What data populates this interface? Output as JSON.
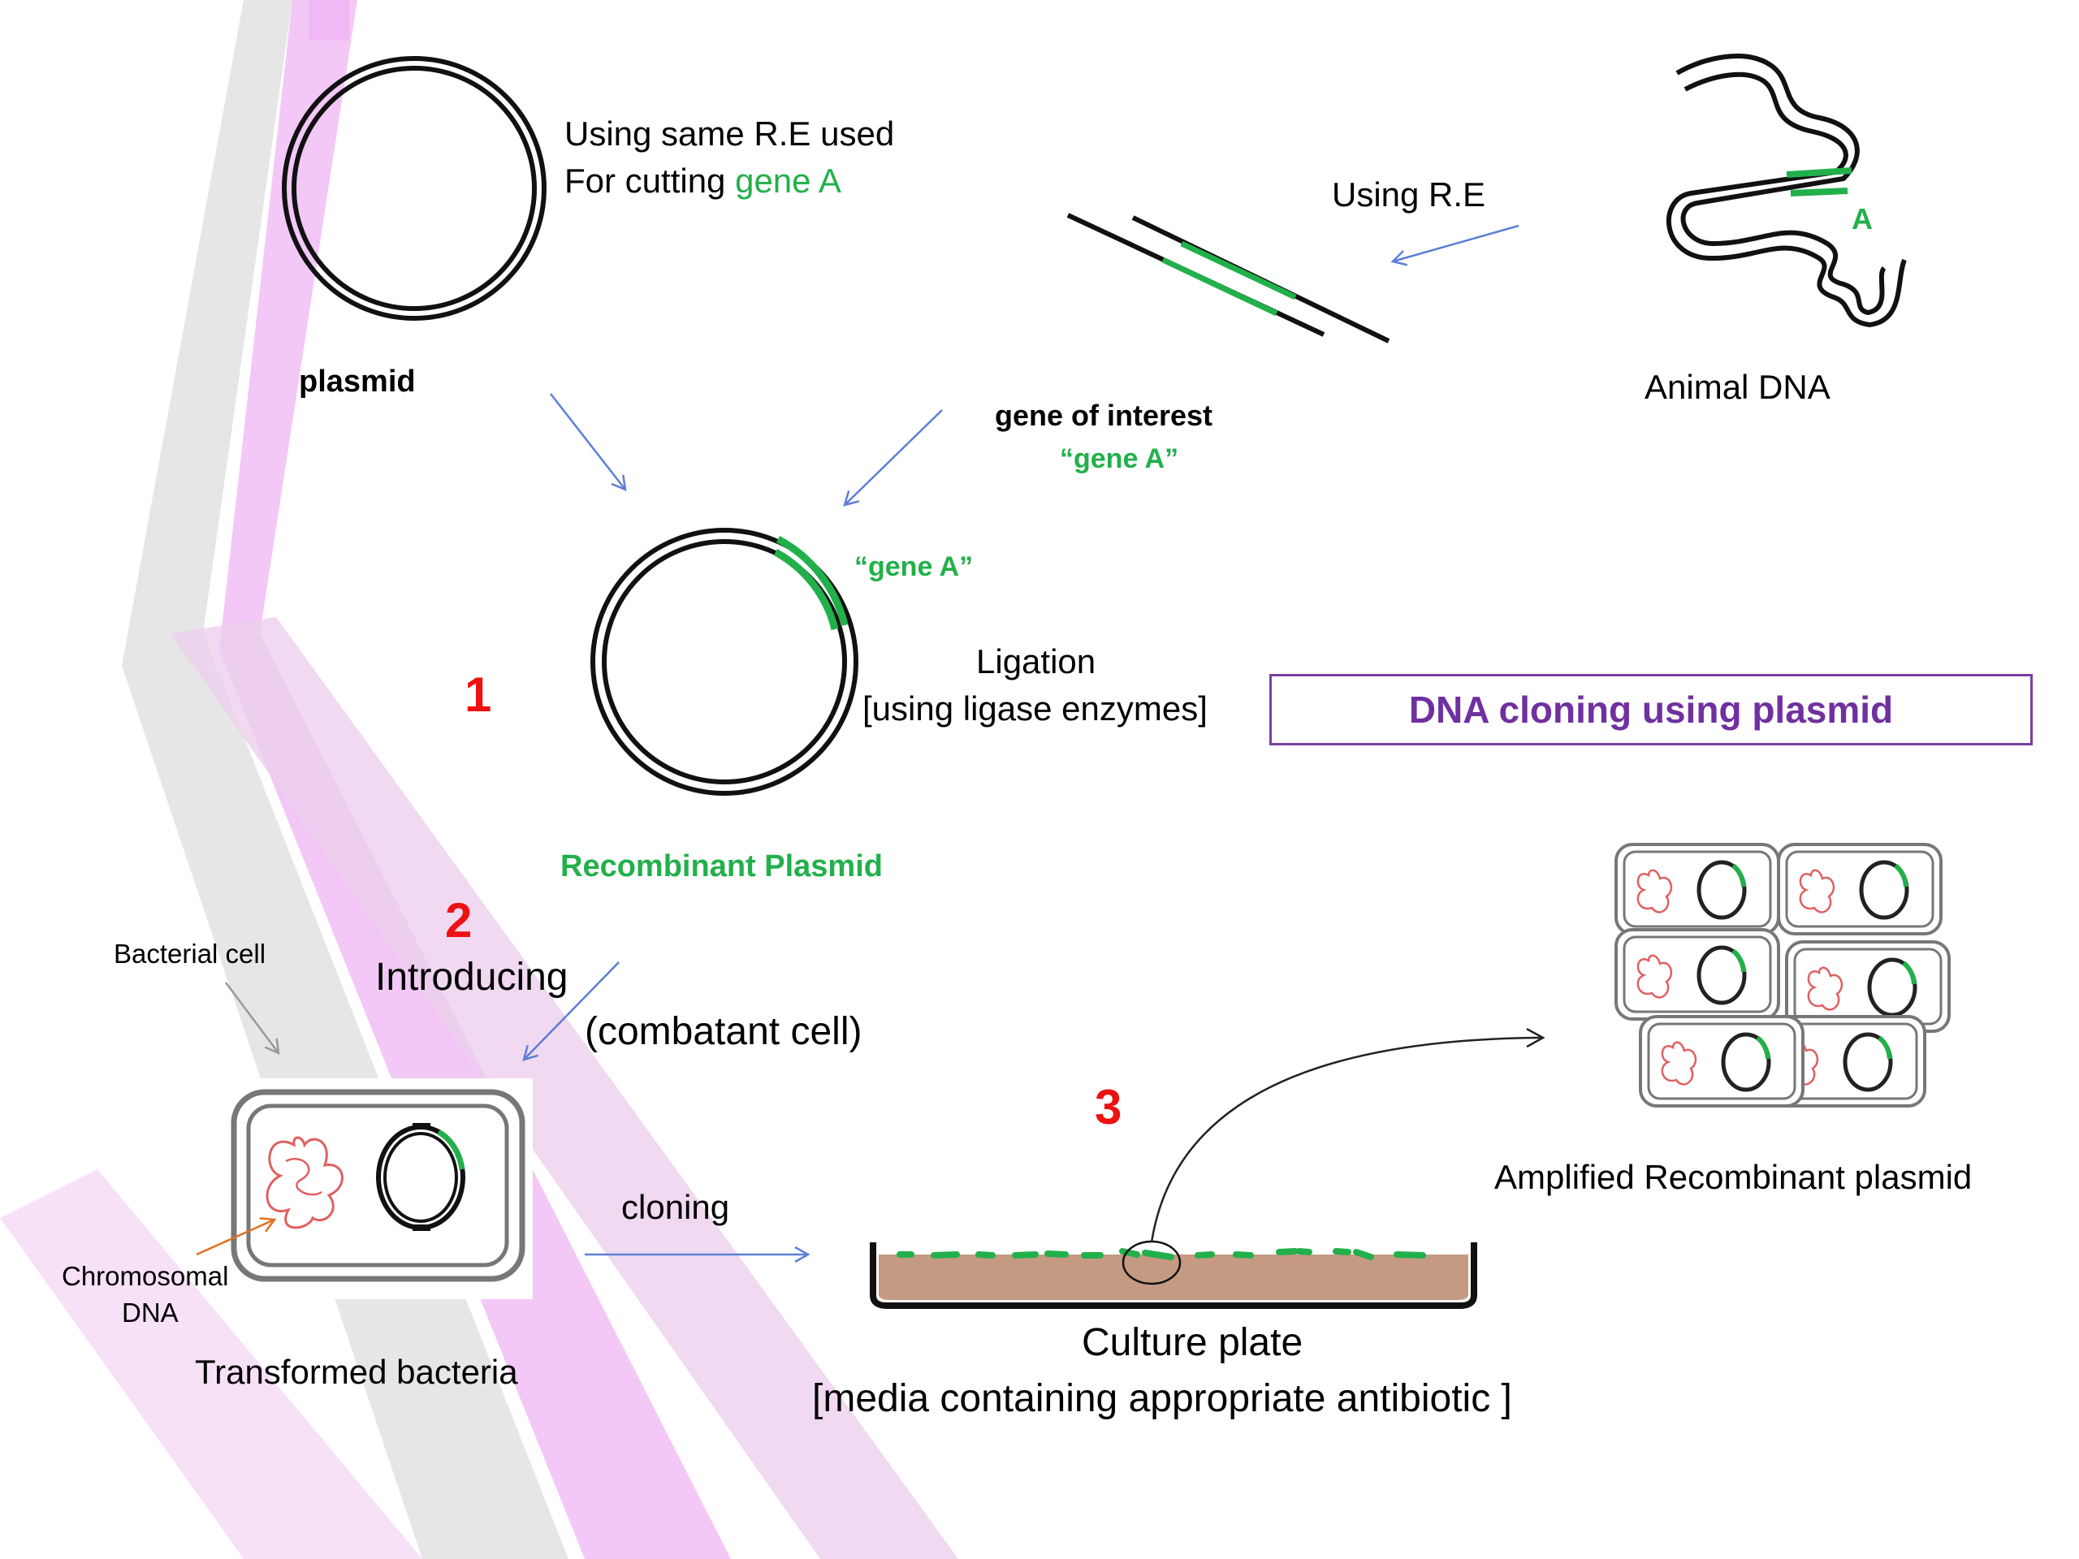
{
  "labels": {
    "re_line1": "Using same R.E used",
    "re_line2_prefix": "For cutting ",
    "re_line2_gene": "gene A",
    "using_re": "Using R.E",
    "plasmid": "plasmid",
    "animal_dna": "Animal DNA",
    "gene_letter": "A",
    "gene_of_interest": "gene of  interest",
    "gene_a_quoted": "“gene A”",
    "gene_a_on_plasmid": "“gene A”",
    "ligation": "Ligation",
    "ligase": "[using ligase enzymes]",
    "recombinant_plasmid": "Recombinant Plasmid",
    "bacterial_cell": "Bacterial cell",
    "introducing": "Introducing",
    "combatant": "(combatant cell)",
    "chromosomal_dna_1": "Chromosomal",
    "chromosomal_dna_2": "DNA",
    "transformed_bacteria": "Transformed bacteria",
    "cloning": "cloning",
    "culture_plate": "Culture plate",
    "media": "[media containing appropriate antibiotic ]",
    "amplified": "Amplified Recombinant plasmid"
  },
  "steps": {
    "step1": "1",
    "step2": "2",
    "step3": "3"
  },
  "title": "DNA cloning using plasmid",
  "colors": {
    "gene_green": "#22b04b",
    "step_red": "#ee1111",
    "title_purple": "#7030a0",
    "arrow_blue": "#5b7fd6",
    "agar_brown": "#c49a83",
    "chromosome_red": "#e06060",
    "background_pink": "#f4c8f6",
    "background_grey": "#d9d9d9"
  }
}
